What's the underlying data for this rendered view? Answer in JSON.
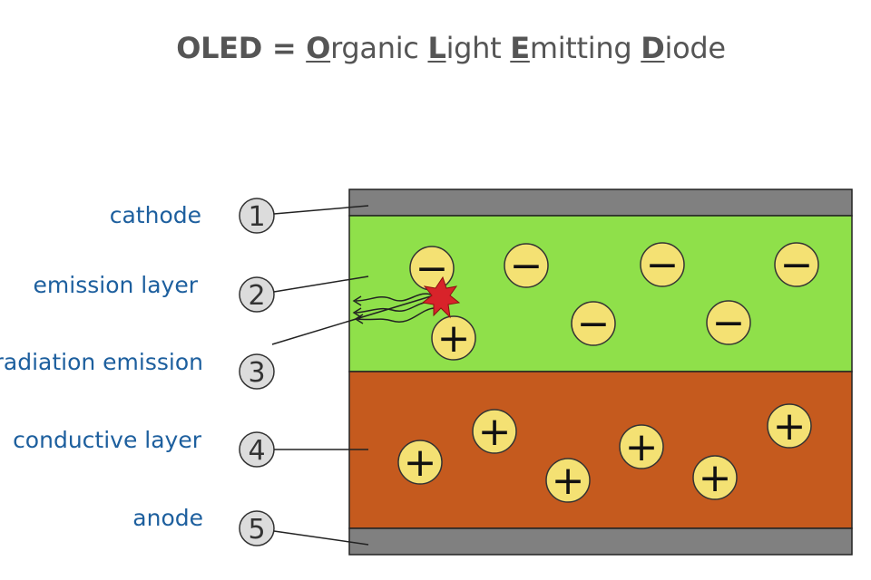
{
  "title": {
    "prefix": "OLED = ",
    "words": [
      {
        "initial": "O",
        "rest": "rganic "
      },
      {
        "initial": "L",
        "rest": "ight "
      },
      {
        "initial": "E",
        "rest": "mitting "
      },
      {
        "initial": "D",
        "rest": "iode"
      }
    ]
  },
  "layers": [
    {
      "num": "1",
      "label": "cathode",
      "color": "#808080"
    },
    {
      "num": "2",
      "label": "emission layer",
      "color": "#8fe04a"
    },
    {
      "num": "3",
      "label": "radiation emission",
      "color": "#cc2222"
    },
    {
      "num": "4",
      "label": "conductive layer",
      "color": "#c55a1e"
    },
    {
      "num": "5",
      "label": "anode",
      "color": "#808080"
    }
  ],
  "charges": {
    "electron_sign": "−",
    "hole_sign": "+",
    "particle_color": "#f4e173"
  }
}
